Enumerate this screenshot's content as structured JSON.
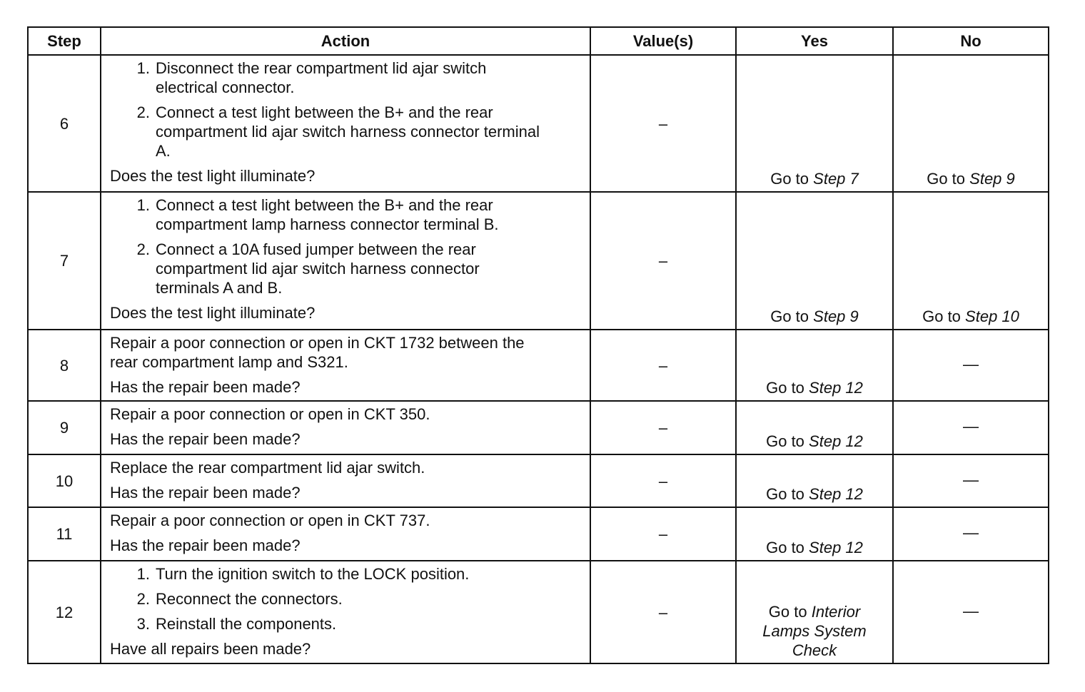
{
  "headers": {
    "step": "Step",
    "action": "Action",
    "values": "Value(s)",
    "yes": "Yes",
    "no": "No"
  },
  "rows": [
    {
      "step": "6",
      "items": [
        "Disconnect the rear compartment lid ajar switch electrical connector.",
        "Connect a test light between the B+ and the rear compartment lid ajar switch harness connector terminal A."
      ],
      "question": "Does the test light illuminate?",
      "value": "–",
      "yes": {
        "prefix": "Go to",
        "link": "Step 7"
      },
      "no": {
        "prefix": "Go to",
        "link": "Step 9"
      }
    },
    {
      "step": "7",
      "items": [
        "Connect a test light between the B+ and the rear compartment lamp harness connector terminal B.",
        "Connect a 10A fused jumper between the rear compartment lid ajar switch harness connector terminals A and B."
      ],
      "question": "Does the test light illuminate?",
      "value": "–",
      "yes": {
        "prefix": "Go to",
        "link": "Step 9"
      },
      "no": {
        "prefix": "Go to",
        "link": "Step 10"
      }
    },
    {
      "step": "8",
      "text": "Repair a poor connection or open in CKT 1732 between the rear compartment lamp and S321.",
      "question": "Has the repair been made?",
      "value": "–",
      "yes": {
        "prefix": "Go to",
        "link": "Step 12"
      },
      "no": {
        "dash": "—"
      }
    },
    {
      "step": "9",
      "text": "Repair a poor connection or open in CKT 350.",
      "question": "Has the repair been made?",
      "value": "–",
      "yes": {
        "prefix": "Go to",
        "link": "Step 12"
      },
      "no": {
        "dash": "—"
      }
    },
    {
      "step": "10",
      "text": "Replace the rear compartment lid ajar switch.",
      "question": "Has the repair been made?",
      "value": "–",
      "yes": {
        "prefix": "Go to",
        "link": "Step 12"
      },
      "no": {
        "dash": "—"
      }
    },
    {
      "step": "11",
      "text": "Repair a poor connection or open in CKT 737.",
      "question": "Has the repair been made?",
      "value": "–",
      "yes": {
        "prefix": "Go to",
        "link": "Step 12"
      },
      "no": {
        "dash": "—"
      }
    },
    {
      "step": "12",
      "items": [
        "Turn the ignition switch to the LOCK position.",
        "Reconnect the connectors.",
        "Reinstall the components."
      ],
      "question": "Have all repairs been made?",
      "value": "–",
      "yes": {
        "prefix": "Go to",
        "link": "Interior Lamps System Check"
      },
      "no": {
        "dash": "—"
      }
    }
  ]
}
